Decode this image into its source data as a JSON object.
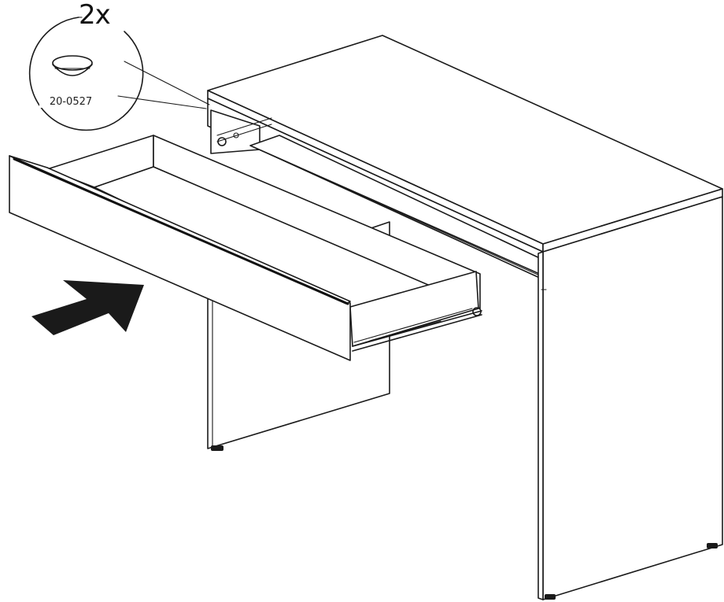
{
  "callout": {
    "quantity": "2x",
    "part_number": "20-0527",
    "part_icon": "glide-button-icon"
  },
  "illustration": {
    "subject": "desk-with-drawer",
    "direction_icon": "insert-arrow-icon"
  }
}
